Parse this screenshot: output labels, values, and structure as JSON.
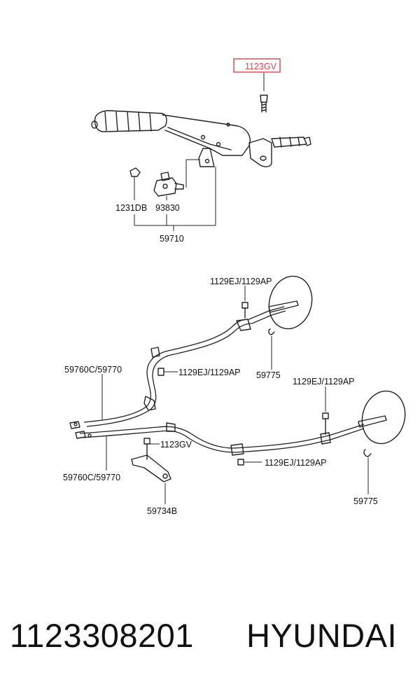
{
  "highlight_label": "1123GV",
  "labels": {
    "bolt_1231db": "1231DB",
    "switch_93830": "93830",
    "lever_assy": "59710",
    "clip_right_top": "1129EJ/1129AP",
    "clip_left_mid": "1129EJ/1129AP",
    "spring_clip_1": "59775",
    "clip_right_mid": "1129EJ/1129AP",
    "cable_left_top": "59760C/59770",
    "bolt_bracket": "1123GV",
    "clip_bottom": "1129EJ/1129AP",
    "cable_left_bottom": "59760C/59770",
    "bracket": "59734B",
    "spring_clip_2": "59775"
  },
  "footer": {
    "part_number": "1123308201",
    "brand": "HYUNDAI"
  },
  "colors": {
    "highlight": "#e0404a",
    "line": "#222222"
  }
}
